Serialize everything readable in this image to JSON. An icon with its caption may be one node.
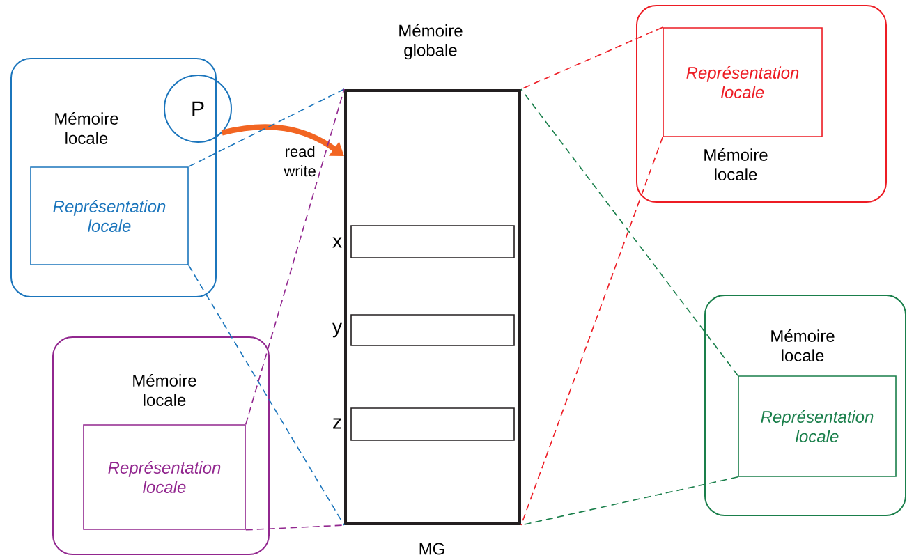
{
  "diagram": {
    "nodes": [
      {
        "text": [
          "Mémoire locale"
        ]
      },
      {
        "text": [
          "P"
        ],
        "in": 0
      },
      {
        "text": [
          "Représentation locale"
        ],
        "in": 0
      },
      {
        "text": [
          "Mémoire globale",
          "MG"
        ]
      },
      {
        "text": [],
        "shape": "box",
        "in": 3,
        "beside": [
          "x"
        ]
      },
      {
        "text": [],
        "shape": "box",
        "in": 3,
        "beside": [
          "y"
        ]
      },
      {
        "text": [],
        "shape": "box",
        "in": 3,
        "beside": [
          "z"
        ]
      },
      {
        "text": [
          "Mémoire locale"
        ]
      },
      {
        "text": [
          "Représentation locale"
        ],
        "in": 7
      },
      {
        "text": [
          "Mémoire locale"
        ]
      },
      {
        "text": [
          "Représentation locale"
        ],
        "in": 9
      },
      {
        "text": [
          "Mémoire locale"
        ]
      },
      {
        "text": [
          "Représentation locale"
        ],
        "in": 11
      }
    ],
    "edges": [
      {
        "from": 1,
        "to": 3,
        "arrow": "to",
        "label": "read write",
        "style": "thick",
        "color": "#f26522"
      },
      {
        "from": 2,
        "to": 3,
        "arrow": "none",
        "style": "dashed",
        "color": "#1b75bc"
      },
      {
        "from": 2,
        "to": 3,
        "arrow": "none",
        "style": "dashed",
        "color": "#1b75bc"
      },
      {
        "from": 8,
        "to": 3,
        "arrow": "none",
        "style": "dashed",
        "color": "#92278f"
      },
      {
        "from": 8,
        "to": 3,
        "arrow": "none",
        "style": "dashed",
        "color": "#92278f"
      },
      {
        "from": 10,
        "to": 3,
        "arrow": "none",
        "style": "dashed",
        "color": "#ed1c24"
      },
      {
        "from": 10,
        "to": 3,
        "arrow": "none",
        "style": "dashed",
        "color": "#ed1c24"
      },
      {
        "from": 12,
        "to": 3,
        "arrow": "none",
        "style": "dashed",
        "color": "#1a7f4b"
      },
      {
        "from": 12,
        "to": 3,
        "arrow": "none",
        "style": "dashed",
        "color": "#1a7f4b"
      }
    ]
  }
}
